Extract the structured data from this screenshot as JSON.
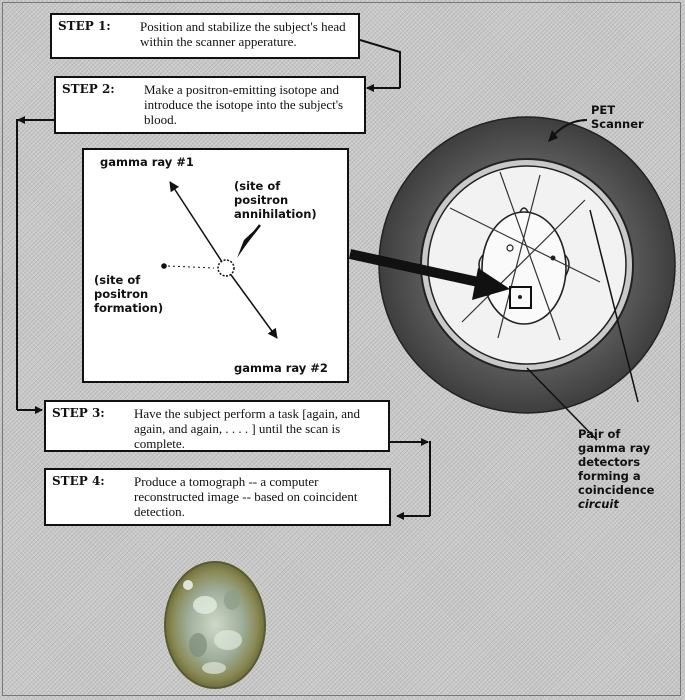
{
  "steps": [
    {
      "label": "STEP 1:",
      "text": "Position and stabilize the subject's head within the scanner apperature."
    },
    {
      "label": "STEP 2:",
      "text": "Make a positron-emitting isotope and introduce the isotope into the subject's blood."
    },
    {
      "label": "STEP 3:",
      "text": "Have the subject perform a task [again, and again, and again, . . . . ] until the scan is complete."
    },
    {
      "label": "STEP 4:",
      "text": "Produce a tomograph -- a computer reconstructed image -- based on coincident detection."
    }
  ],
  "inset": {
    "gamma_ray_1": "gamma ray #1",
    "gamma_ray_2": "gamma ray #2",
    "annihilation_site": [
      "(site of",
      "positron",
      "annihilation)"
    ],
    "formation_site": [
      "(site of",
      "positron",
      "formation)"
    ]
  },
  "scanner": {
    "label": [
      "PET",
      "Scanner"
    ],
    "detectors_label": [
      "Pair of",
      "gamma ray",
      "detectors",
      "forming a",
      "coincidence",
      "circuit"
    ]
  },
  "colors": {
    "background": "#c9c9c9",
    "scanner_ring": "#4a4a4a",
    "scanner_inner": "#f2f2f2",
    "tomograph_edge": "#8a8a4f"
  }
}
